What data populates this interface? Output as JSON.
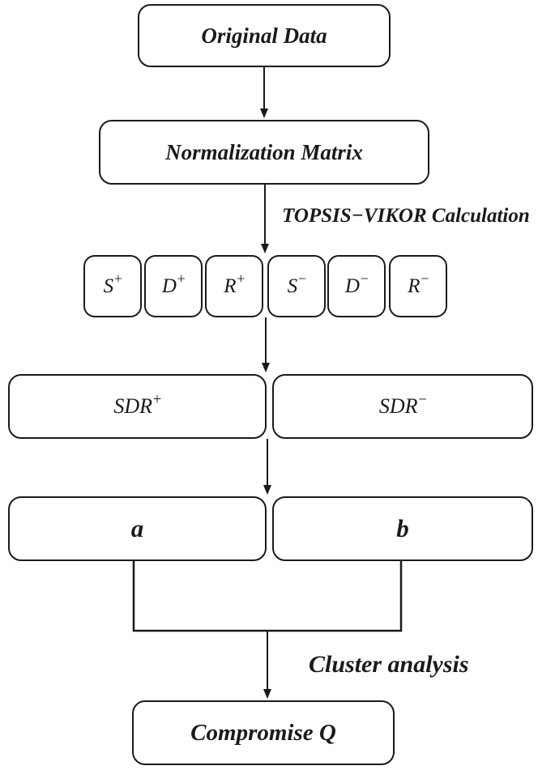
{
  "diagram": {
    "type": "flowchart",
    "nodes": {
      "original_data": "Original Data",
      "normalization_matrix": "Normalization Matrix",
      "small_boxes": [
        {
          "base": "S",
          "sup": "+"
        },
        {
          "base": "D",
          "sup": "+"
        },
        {
          "base": "R",
          "sup": "+"
        },
        {
          "base": "S",
          "sup": "−"
        },
        {
          "base": "D",
          "sup": "−"
        },
        {
          "base": "R",
          "sup": "−"
        }
      ],
      "sdr_plus": {
        "base": "SDR",
        "sup": "+"
      },
      "sdr_minus": {
        "base": "SDR",
        "sup": "−"
      },
      "a": "a",
      "b": "b",
      "compromise_q": "Compromise Q"
    },
    "edge_labels": {
      "topsis_vikor": "TOPSIS−VIKOR Calculation",
      "cluster_analysis": "Cluster analysis"
    },
    "colors": {
      "line": "#1a1a1a",
      "box_border": "#1a1a1a",
      "box_fill": "#ffffff",
      "background": "#ffffff",
      "text": "#1a1a1a"
    }
  }
}
